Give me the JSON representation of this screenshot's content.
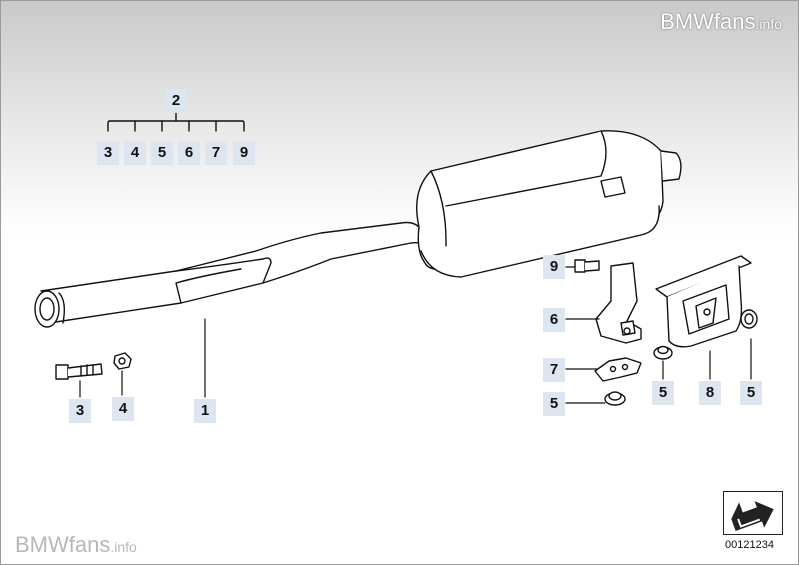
{
  "watermark": {
    "brand": "BMWfans",
    "suffix": ".info"
  },
  "diagram_id": "00121234",
  "callouts": {
    "group_2": "2",
    "group_3": "3",
    "group_4": "4",
    "group_5": "5",
    "group_6": "6",
    "group_7": "7",
    "group_9": "9",
    "bolt_3": "3",
    "nut_4": "4",
    "pipe_1": "1",
    "screw_9": "9",
    "bracket_6": "6",
    "clamp_7": "7",
    "nut_5_left": "5",
    "nut_5_mid": "5",
    "hanger_8": "8",
    "nut_5_right": "5"
  },
  "icons": {
    "nav": "forward-arrow-icon"
  }
}
